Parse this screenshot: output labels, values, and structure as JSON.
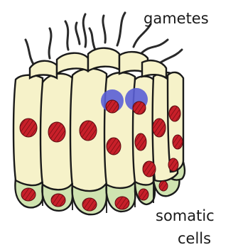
{
  "labels": {
    "gametes": "gametes",
    "somatic_line1": "somatic",
    "somatic_line2": "cells"
  },
  "colors": {
    "germ_cell_fill": "#f6f2c9",
    "somatic_cell_fill": "#cfe3b0",
    "nucleus_fill": "#c8202a",
    "gamete_marker": "#5b5fd6",
    "outline": "#1a1a1a"
  }
}
